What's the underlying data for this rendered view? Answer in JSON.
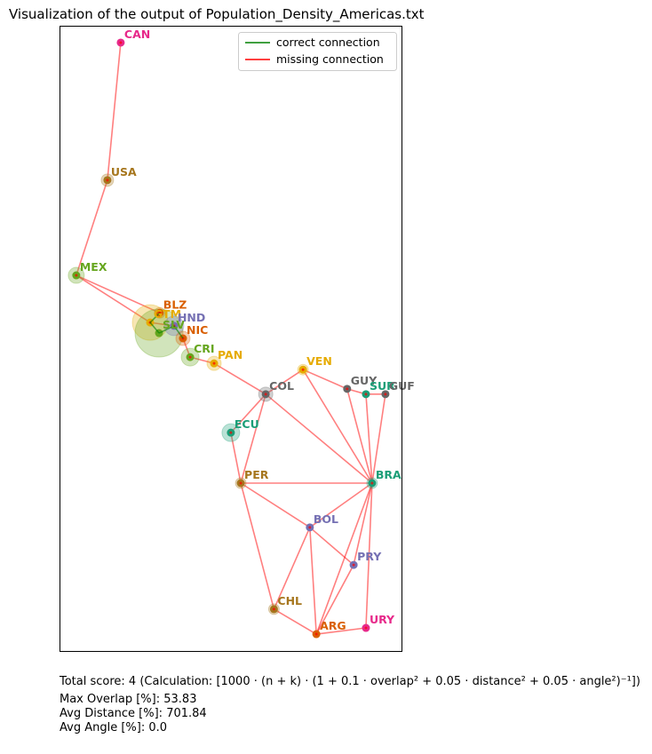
{
  "chart_data": {
    "type": "scatter",
    "title": "Visualization of the output of Population_Density_Americas.txt",
    "xlim": [
      -130,
      -30
    ],
    "ylim": [
      -60,
      70
    ],
    "grid": false,
    "legend": {
      "placement": "top-right",
      "entries": [
        {
          "label": "correct connection",
          "color": "#008000"
        },
        {
          "label": "missing connection",
          "color": "#ff0000"
        }
      ]
    },
    "nodes": [
      {
        "id": "CAN",
        "x": -112.1,
        "y": 66.5,
        "color": "#e7298a",
        "weight": 0
      },
      {
        "id": "USA",
        "x": -116.0,
        "y": 37.9,
        "color": "#a6761d",
        "weight": 7
      },
      {
        "id": "MEX",
        "x": -125.1,
        "y": 18.1,
        "color": "#66a61e",
        "weight": 9
      },
      {
        "id": "BLZ",
        "x": -100.7,
        "y": 10.3,
        "color": "#d95f02",
        "weight": 6
      },
      {
        "id": "GTM",
        "x": -103.5,
        "y": 8.3,
        "color": "#e6ab02",
        "weight": 20
      },
      {
        "id": "SLV",
        "x": -100.9,
        "y": 6.1,
        "color": "#66a61e",
        "weight": 27
      },
      {
        "id": "HND",
        "x": -96.5,
        "y": 7.6,
        "color": "#7570b3",
        "weight": 11
      },
      {
        "id": "NIC",
        "x": -93.9,
        "y": 5.0,
        "color": "#d95f02",
        "weight": 8
      },
      {
        "id": "CRI",
        "x": -91.8,
        "y": 1.1,
        "color": "#66a61e",
        "weight": 10
      },
      {
        "id": "PAN",
        "x": -84.8,
        "y": -0.2,
        "color": "#e6ab02",
        "weight": 8
      },
      {
        "id": "COL",
        "x": -69.7,
        "y": -6.6,
        "color": "#666666",
        "weight": 8
      },
      {
        "id": "VEN",
        "x": -58.8,
        "y": -1.5,
        "color": "#e6ab02",
        "weight": 6
      },
      {
        "id": "GUY",
        "x": -45.9,
        "y": -5.5,
        "color": "#666666",
        "weight": 0
      },
      {
        "id": "SUR",
        "x": -40.4,
        "y": -6.6,
        "color": "#1b9e77",
        "weight": 0
      },
      {
        "id": "GUF",
        "x": -34.7,
        "y": -6.6,
        "color": "#666666",
        "weight": 0
      },
      {
        "id": "ECU",
        "x": -79.9,
        "y": -14.6,
        "color": "#1b9e77",
        "weight": 10
      },
      {
        "id": "PER",
        "x": -77.0,
        "y": -25.1,
        "color": "#a6761d",
        "weight": 6
      },
      {
        "id": "BRA",
        "x": -38.6,
        "y": -25.1,
        "color": "#1b9e77",
        "weight": 6
      },
      {
        "id": "BOL",
        "x": -56.8,
        "y": -34.3,
        "color": "#7570b3",
        "weight": 0
      },
      {
        "id": "PRY",
        "x": -44.0,
        "y": -42.1,
        "color": "#7570b3",
        "weight": 0
      },
      {
        "id": "CHL",
        "x": -67.3,
        "y": -51.3,
        "color": "#a6761d",
        "weight": 6
      },
      {
        "id": "ARG",
        "x": -54.9,
        "y": -56.5,
        "color": "#d95f02",
        "weight": 0
      },
      {
        "id": "URY",
        "x": -40.4,
        "y": -55.2,
        "color": "#e7298a",
        "weight": 0
      }
    ],
    "correct_edges": [
      [
        "GTM",
        "BLZ"
      ],
      [
        "GTM",
        "SLV"
      ],
      [
        "SLV",
        "HND"
      ],
      [
        "HND",
        "NIC"
      ]
    ],
    "missing_edges": [
      [
        "CAN",
        "USA"
      ],
      [
        "USA",
        "MEX"
      ],
      [
        "MEX",
        "BLZ"
      ],
      [
        "MEX",
        "GTM"
      ],
      [
        "GTM",
        "HND"
      ],
      [
        "NIC",
        "CRI"
      ],
      [
        "CRI",
        "PAN"
      ],
      [
        "PAN",
        "COL"
      ],
      [
        "COL",
        "VEN"
      ],
      [
        "COL",
        "ECU"
      ],
      [
        "COL",
        "PER"
      ],
      [
        "COL",
        "BRA"
      ],
      [
        "ECU",
        "PER"
      ],
      [
        "VEN",
        "BRA"
      ],
      [
        "VEN",
        "GUY"
      ],
      [
        "GUY",
        "SUR"
      ],
      [
        "SUR",
        "GUF"
      ],
      [
        "GUY",
        "BRA"
      ],
      [
        "SUR",
        "BRA"
      ],
      [
        "GUF",
        "BRA"
      ],
      [
        "PER",
        "BRA"
      ],
      [
        "PER",
        "BOL"
      ],
      [
        "PER",
        "CHL"
      ],
      [
        "BOL",
        "BRA"
      ],
      [
        "BOL",
        "CHL"
      ],
      [
        "BOL",
        "ARG"
      ],
      [
        "BOL",
        "PRY"
      ],
      [
        "PRY",
        "BRA"
      ],
      [
        "PRY",
        "ARG"
      ],
      [
        "ARG",
        "BRA"
      ],
      [
        "URY",
        "BRA"
      ],
      [
        "URY",
        "ARG"
      ],
      [
        "CHL",
        "ARG"
      ]
    ]
  },
  "footer": {
    "score": "Total score: 4  (Calculation: [1000 · (n + k) · (1 + 0.1 · overlap² + 0.05 · distance² + 0.05 · angle²)⁻¹])",
    "max_overlap": "Max Overlap [%]: 53.83",
    "avg_distance": "Avg Distance [%]: 701.84",
    "avg_angle": "Avg Angle [%]: 0.0"
  }
}
